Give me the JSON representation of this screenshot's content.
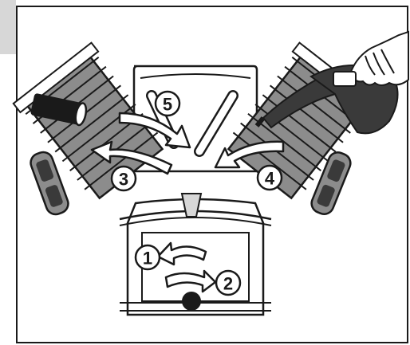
{
  "diagram": {
    "steps": [
      {
        "number": "1",
        "marker": "circle-step-1"
      },
      {
        "number": "2",
        "marker": "circle-step-2"
      },
      {
        "number": "3",
        "marker": "circle-step-3"
      },
      {
        "number": "4",
        "marker": "circle-step-4"
      },
      {
        "number": "5",
        "marker": "circle-step-5"
      }
    ],
    "icons": [
      "hand-pouring-icon",
      "funnel-icon",
      "oil-filter-cap-icon",
      "rotation-arrow-icon"
    ],
    "colors": {
      "outline": "#1a1a1a",
      "cylinder_fill": "#8c8c8c",
      "dark_fill": "#3a3a3a",
      "light_fill": "#d7d7d7",
      "background": "#ffffff"
    }
  }
}
